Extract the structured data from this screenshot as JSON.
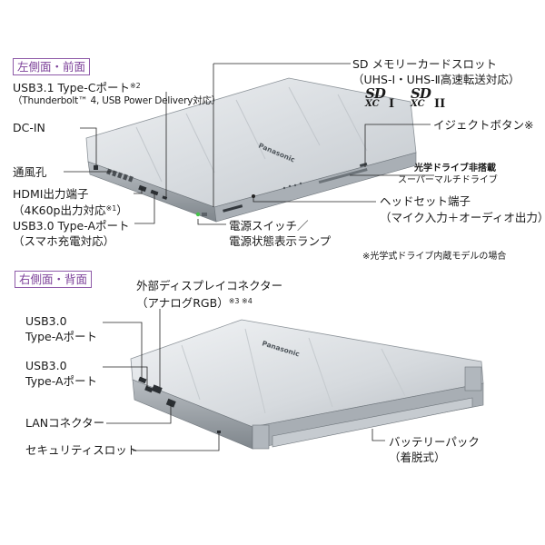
{
  "top_section": {
    "tag": "左側面・前面",
    "usb31_line1": "USB3.1 Type-Cポート",
    "usb31_sup": "※2",
    "usb31_line2": "（Thunderbolt™ 4, USB Power Delivery対応）",
    "dcin": "DC-IN",
    "vent": "通風孔",
    "hdmi_line1": "HDMI出力端子",
    "hdmi_line2": "（4K60p出力対応",
    "hdmi_sup": "※1",
    "hdmi_close": "）",
    "usb30_line1": "USB3.0 Type-Aポート",
    "usb30_line2": "（スマホ充電対応）",
    "power_line1": "電源スイッチ／",
    "power_line2": "電源状態表示ランプ",
    "sd_line1": "SD メモリーカードスロット",
    "sd_line2": "（UHS-Ⅰ・UHS-Ⅱ高速転送対応）",
    "sd_logo_sd": "SD",
    "sd_logo_xc": "XC",
    "sd_logo_1": "I",
    "sd_logo_2": "II",
    "eject": "イジェクトボタン※",
    "no_optical": "光学ドライブ非搭載",
    "super_multi": "スーパーマルチドライブ",
    "headset_line1": "ヘッドセット端子",
    "headset_line2": "（マイク入力＋オーディオ出力）",
    "footnote": "※光学式ドライブ内蔵モデルの場合",
    "brand": "Panasonic"
  },
  "bottom_section": {
    "tag": "右側面・背面",
    "ext_line1": "外部ディスプレイコネクター",
    "ext_line2": "（アナログRGB）",
    "ext_sup": "※3 ※4",
    "usba1_line1": "USB3.0",
    "usba1_line2": "Type-Aポート",
    "usba2_line1": "USB3.0",
    "usba2_line2": "Type-Aポート",
    "lan": "LANコネクター",
    "security": "セキュリティスロット",
    "battery_line1": "バッテリーパック",
    "battery_line2": "（着脱式）",
    "brand": "Panasonic"
  },
  "colors": {
    "accent_purple": "#7b3f98",
    "lid_silver": "#dcdfe3",
    "body_dark": "#9aa1a8",
    "leader": "#222222",
    "led_green": "#45c24a"
  }
}
